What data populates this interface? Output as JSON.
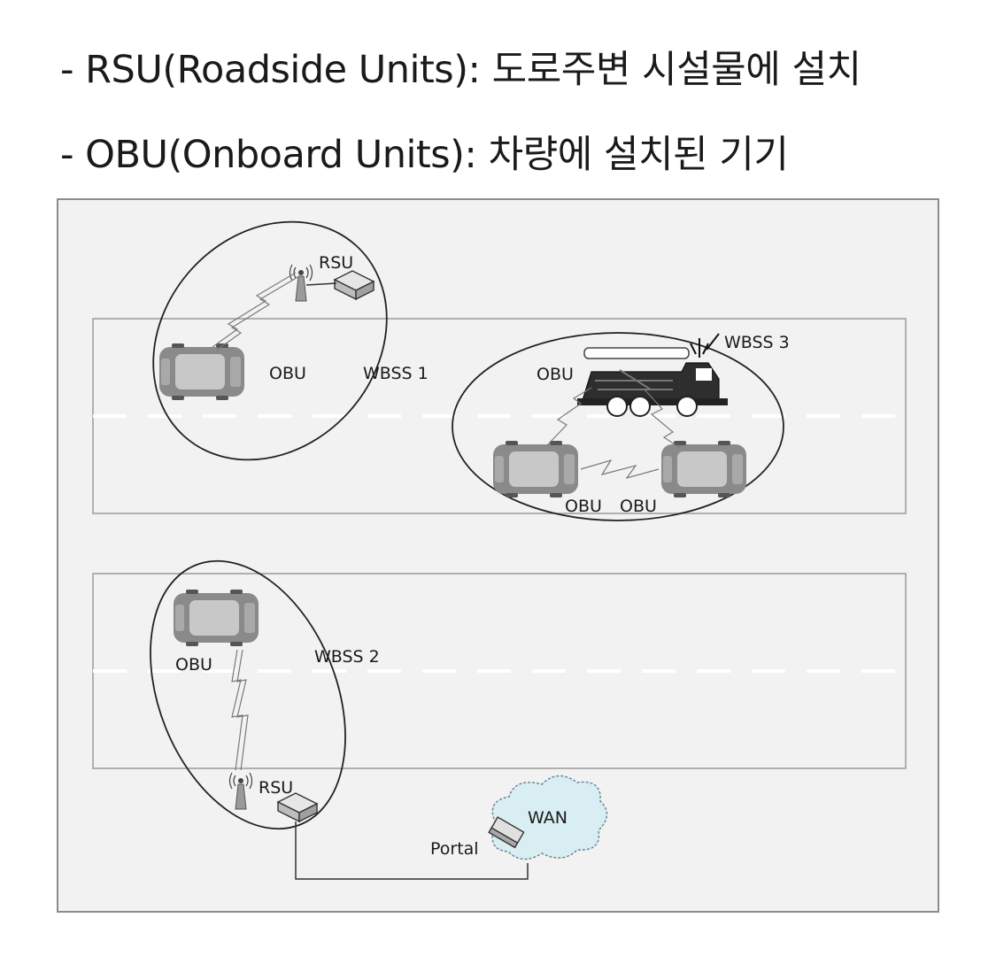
{
  "captions": {
    "rsu_line": "- RSU(Roadside Units): 도로주변 시설물에 설치",
    "obu_line": "- OBU(Onboard Units): 차량에 설치된 기기"
  },
  "diagram": {
    "rsu_label": "RSU",
    "obu_label": "OBU",
    "wbss1_label": "WBSS 1",
    "wbss2_label": "WBSS 2",
    "wbss3_label": "WBSS 3",
    "wan_label": "WAN",
    "portal_label": "Portal"
  },
  "colors": {
    "background_panel": "#f2f2f2",
    "road_fill": "#f2f2f2",
    "road_border": "#9a9a9a",
    "car_body": "#8a8a8a",
    "car_window": "#c8c8c8",
    "cloud_fill": "#d9eef3"
  }
}
